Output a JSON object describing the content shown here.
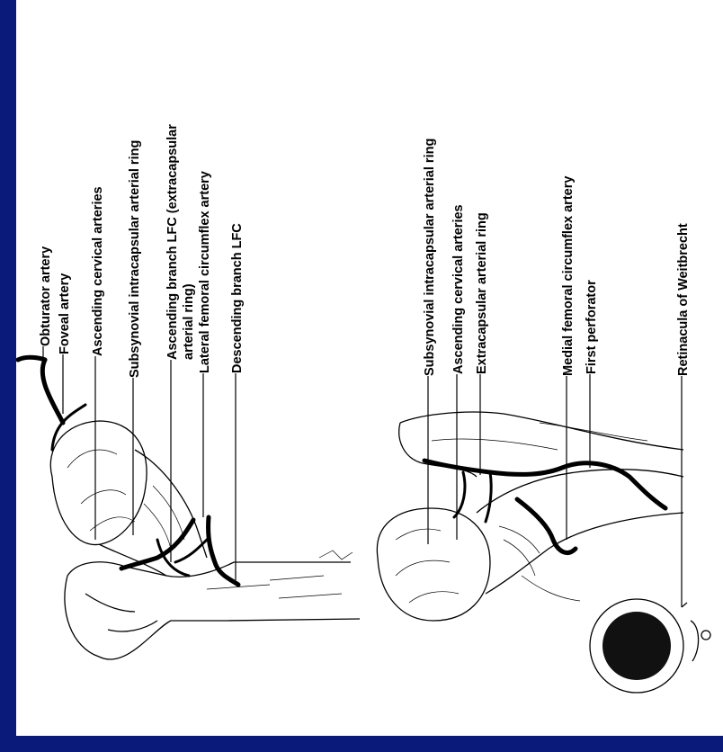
{
  "labels": {
    "obturator_artery": "Obturator artery",
    "foveal_artery": "Foveal artery",
    "ascending_cervical_arteries_1": "Ascending cervical arteries",
    "subsynovial_intracapsular_1": "Subsynovial intracapsular arterial ring",
    "ascending_branch_lfc_line1": "Ascending branch LFC (extracapsular",
    "ascending_branch_lfc_line2": "arterial ring)",
    "lateral_femoral_circumflex": "Lateral femoral circumflex artery",
    "descending_branch_lfc": "Descending branch LFC",
    "subsynovial_intracapsular_2": "Subsynovial intracapsular arterial ring",
    "ascending_cervical_arteries_2": "Ascending cervical arteries",
    "extracapsular_arterial_ring": "Extracapsular arterial ring",
    "medial_femoral_circumflex": "Medial femoral circumflex artery",
    "first_perforator": "First perforator",
    "retinacula_weitbrecht": "Retinacula of Weitbrecht"
  },
  "colors": {
    "frame": "#0a1a7a",
    "panel": "#ffffff",
    "ink": "#000000"
  }
}
